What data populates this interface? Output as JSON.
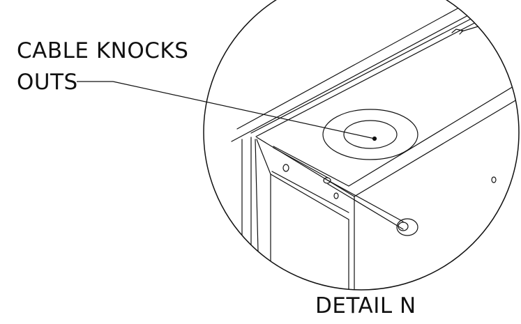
{
  "callout": {
    "lines": [
      "CABLE KNOCKS",
      "OUTS"
    ]
  },
  "caption": "DETAIL N",
  "colors": {
    "stroke": "#111111",
    "background": "#ffffff"
  }
}
